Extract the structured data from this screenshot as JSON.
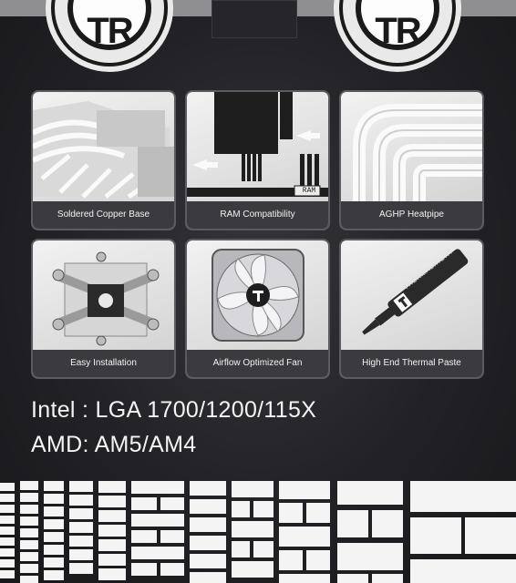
{
  "brand": {
    "logo_text": "TR"
  },
  "features": [
    {
      "label": "Soldered Copper Base"
    },
    {
      "label": "RAM Compatibility",
      "badge": "RAM"
    },
    {
      "label": "AGHP Heatpipe"
    },
    {
      "label": "Easy Installation"
    },
    {
      "label": "Airflow Optimized Fan"
    },
    {
      "label": "High End Thermal Paste",
      "syringe_text": "THERMALRIGHT"
    }
  ],
  "compatibility": {
    "intel": "Intel : LGA 1700/1200/115X",
    "amd": "AMD: AM5/AM4"
  },
  "colors": {
    "panel": "#222226",
    "tile": "#e6e6e6",
    "caption": "#3b3b3f",
    "text": "#f4f4f4"
  }
}
